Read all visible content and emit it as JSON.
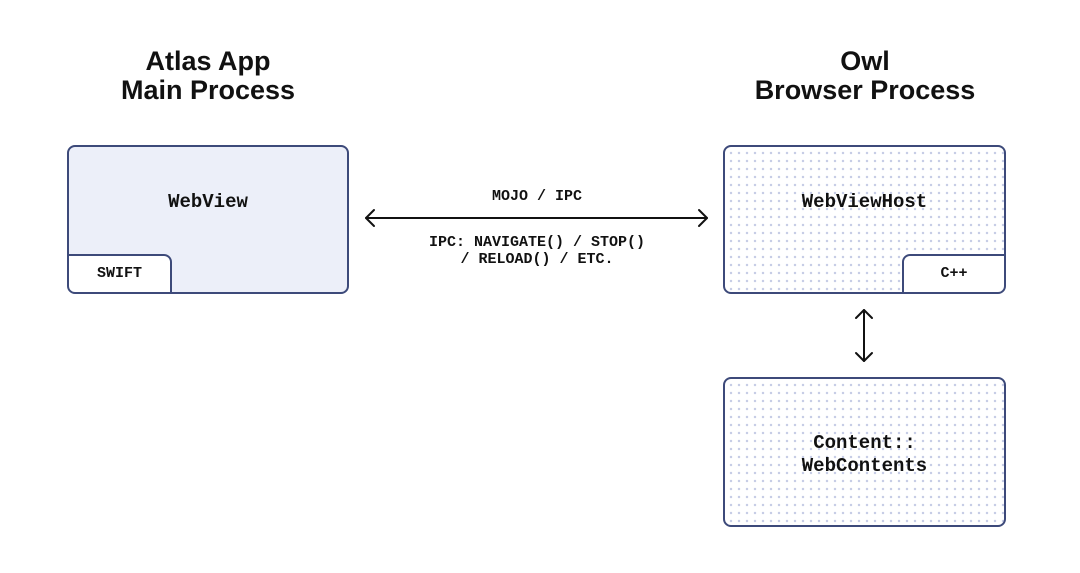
{
  "colors": {
    "border": "#3d4a7a",
    "solid_fill": "#eceff9",
    "dot_pattern": "#c7cde6",
    "text": "#111111",
    "background": "#ffffff"
  },
  "headings": {
    "left": {
      "line1": "Atlas App",
      "line2": "Main Process"
    },
    "right": {
      "line1": "Owl",
      "line2": "Browser Process"
    }
  },
  "nodes": {
    "webview": {
      "label": "WebView",
      "tag": "SWIFT"
    },
    "webviewhost": {
      "label": "WebViewHost",
      "tag": "C++"
    },
    "webcontents": {
      "label_line1": "Content::",
      "label_line2": "WebContents"
    }
  },
  "edges": {
    "horizontal": {
      "label_top": "MOJO / IPC",
      "label_bottom_line1": "IPC: NAVIGATE() / STOP()",
      "label_bottom_line2": "/ RELOAD() / ETC."
    }
  }
}
